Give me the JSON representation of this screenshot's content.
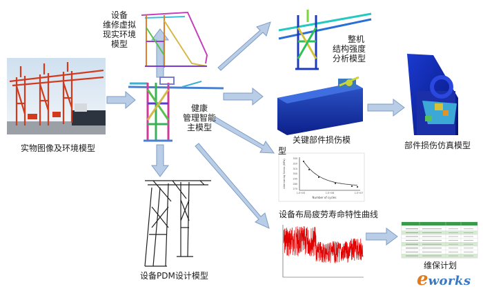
{
  "labels": {
    "physical_model": "实物图像及环境模型",
    "maintenance_vr_model": [
      "设备",
      "维修虚拟",
      "现实环境",
      "模型"
    ],
    "overall_strength_model": [
      "整机",
      "结构强度",
      "分析模型"
    ],
    "health_main_model": [
      "健康",
      "管理智能",
      "主模型"
    ],
    "key_component_damage_model": "关键部件损伤模",
    "key_component_damage_model_suffix": "型",
    "component_damage_sim_model": "部件损伤仿真模型",
    "pdm_design_model": "设备PDM设计模型",
    "fatigue_life_curve": "设备布局疲劳寿命特性曲线",
    "maintenance_plan": "维保计划"
  },
  "fatigue_chart": {
    "xlabel": "Number of cycles",
    "ylabel": "Alternating Stress (MPa)",
    "xticks": [
      "1.E+05",
      "1.E+06",
      "1.E+07"
    ],
    "yticks": [
      "330",
      "320",
      "310",
      "300",
      "290",
      "280",
      "270"
    ]
  },
  "watermark": {
    "letter": "e",
    "text": "works"
  },
  "colors": {
    "arrow_fill": "#b9cde6",
    "arrow_stroke": "#7d9cc6",
    "crane_red": "#d23a1e",
    "signal_red": "#e00000",
    "watermark_blue": "#3a78c0",
    "watermark_orange": "#e07a1a"
  }
}
